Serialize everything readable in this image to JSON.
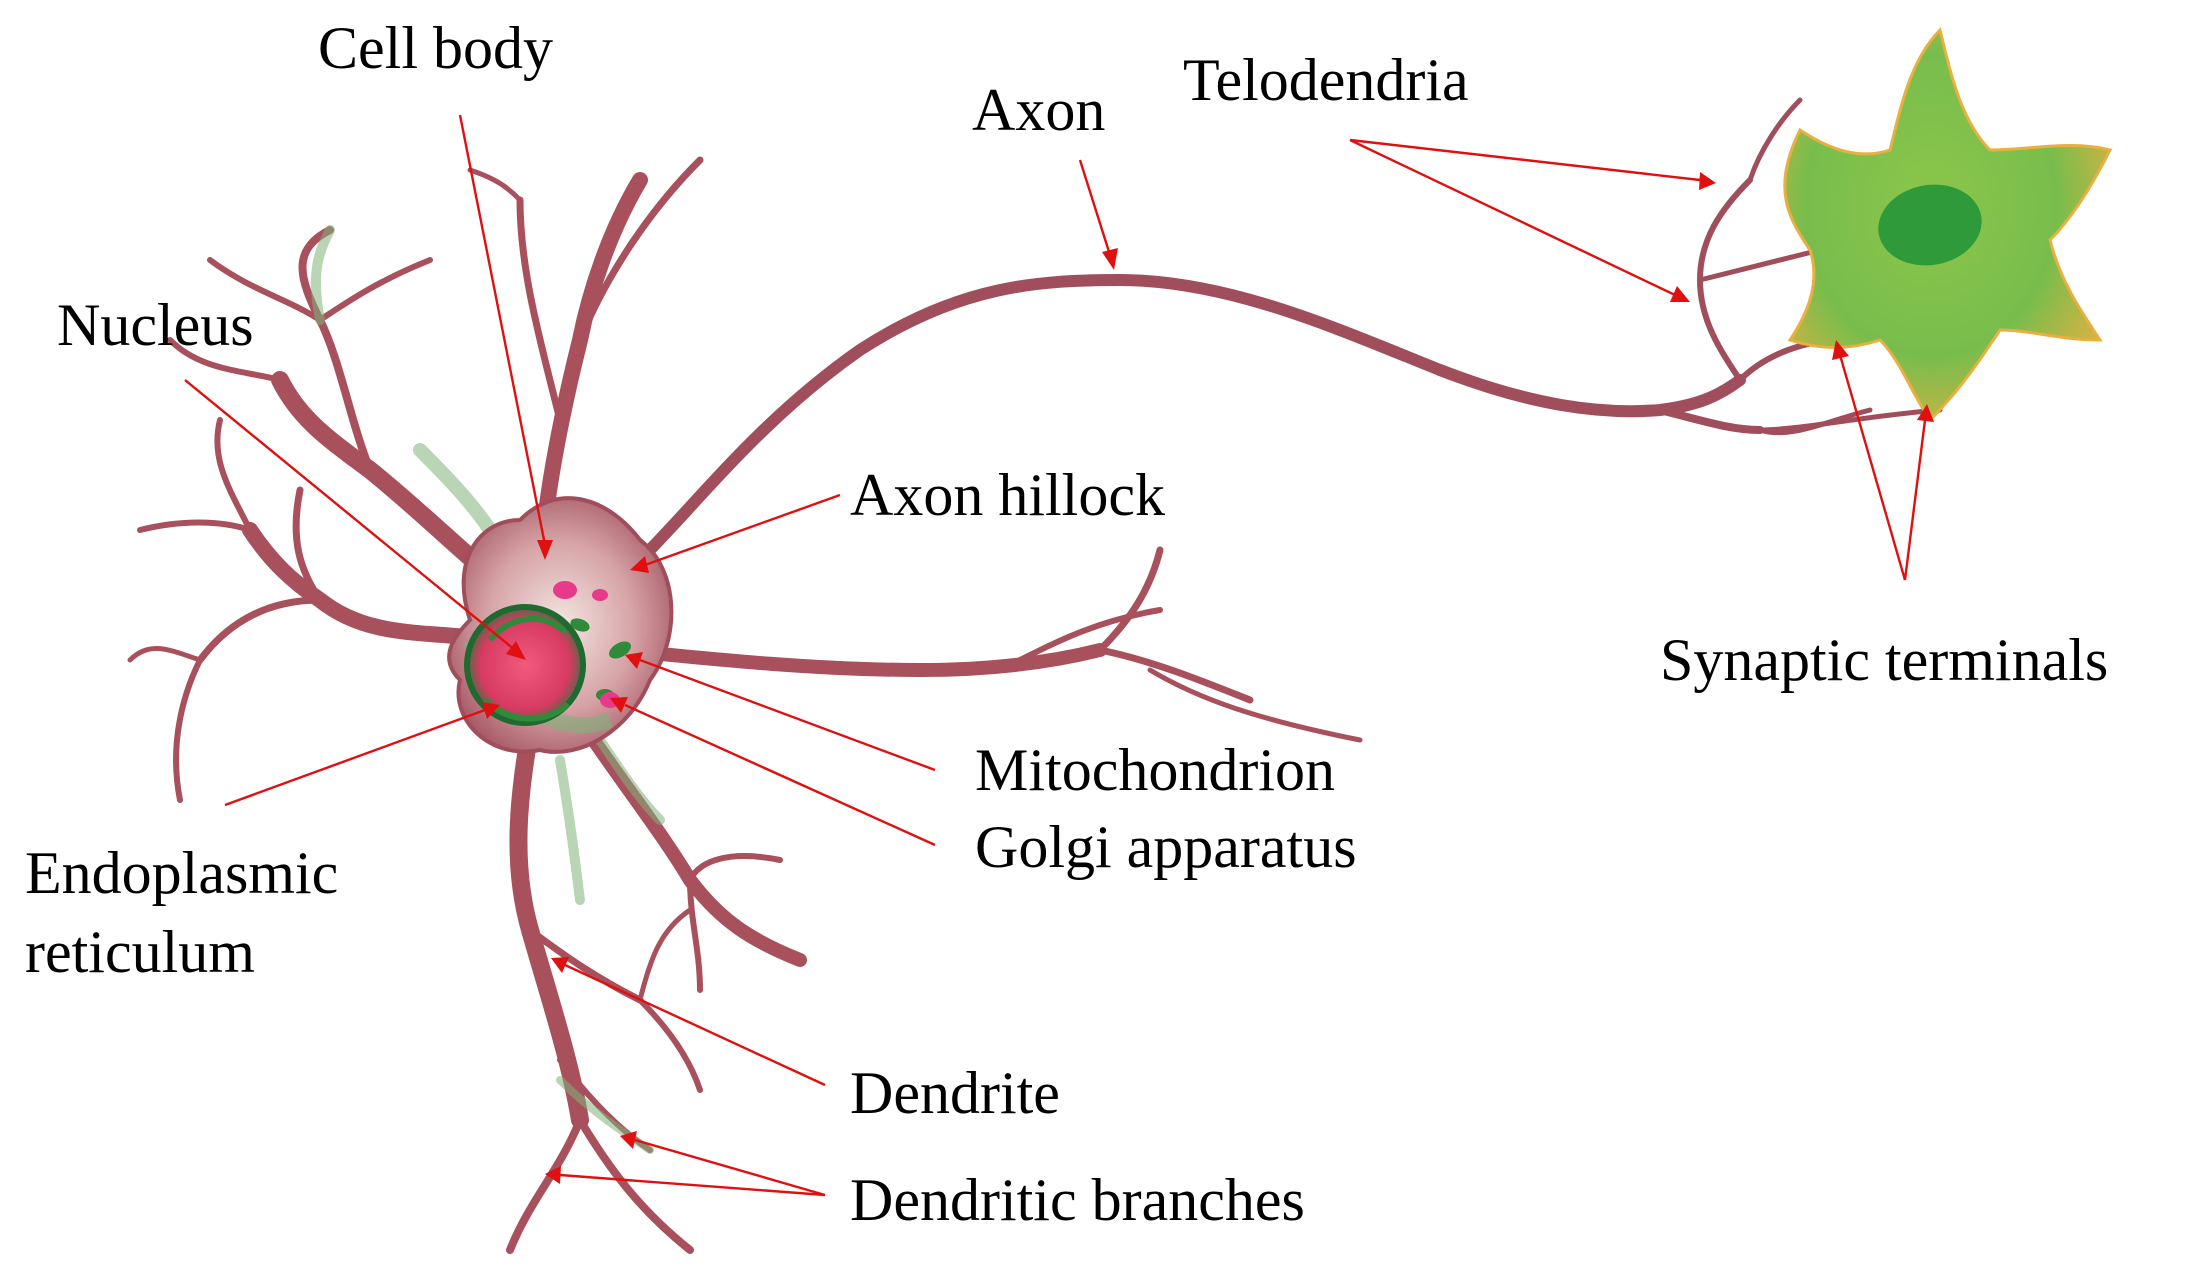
{
  "labels": {
    "cell_body": "Cell body",
    "nucleus": "Nucleus",
    "axon": "Axon",
    "telodendria": "Telodendria",
    "axon_hillock": "Axon hillock",
    "synaptic_terminals": "Synaptic terminals",
    "mitochondrion": "Mitochondrion",
    "golgi_apparatus": "Golgi apparatus",
    "endoplasmic_reticulum_line1": "Endoplasmic",
    "endoplasmic_reticulum_line2": "reticulum",
    "dendrite": "Dendrite",
    "dendritic_branches": "Dendritic branches"
  },
  "colors": {
    "pointer": "#e01010",
    "neuron_body": "#a8505c",
    "neuron_highlight": "#d88c94",
    "neuron_green": "#7fb27a",
    "target_cell_green": "#6fbf3f",
    "target_cell_orange": "#e8b040",
    "target_nucleus": "#2e9a3a",
    "nucleus_red": "#e83a6a",
    "organelle_green": "#2f8a3a"
  }
}
